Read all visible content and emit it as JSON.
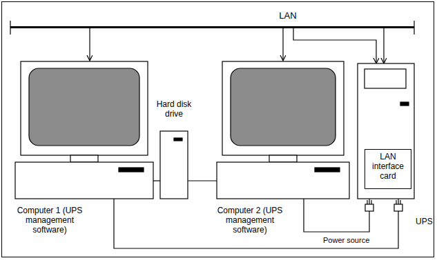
{
  "diagram": {
    "nodes": [
      {
        "text": [
          "LAN"
        ]
      },
      {
        "text": [
          "Computer 1 (UPS management software)"
        ]
      },
      {
        "text": [
          "Hard disk drive"
        ]
      },
      {
        "text": [
          "Computer 2 (UPS management software)"
        ]
      },
      {
        "text": [
          "UPS"
        ]
      },
      {
        "text": [
          "LAN interface card"
        ],
        "in": 4
      }
    ],
    "edges": [
      {
        "from": 0,
        "to": 1,
        "arrow": "to"
      },
      {
        "from": 0,
        "to": 3,
        "arrow": "to"
      },
      {
        "from": 0,
        "to": 4,
        "arrow": "to"
      },
      {
        "from": 0,
        "to": 4,
        "arrow": "to"
      },
      {
        "from": 1,
        "to": 2,
        "arrow": "none"
      },
      {
        "from": 2,
        "to": 3,
        "arrow": "none"
      },
      {
        "from": 1,
        "to": 4,
        "arrow": "none"
      },
      {
        "from": 3,
        "to": 4,
        "arrow": "none"
      }
    ],
    "labels": [
      "Power source"
    ]
  }
}
